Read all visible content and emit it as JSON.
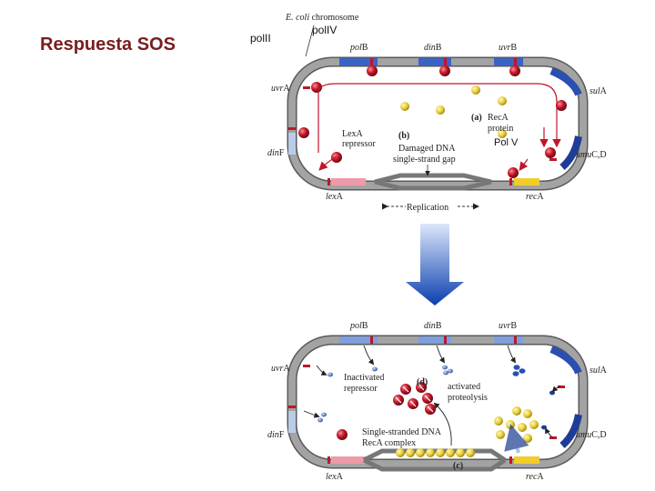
{
  "slide": {
    "title": "Respuesta SOS",
    "annotations": {
      "pol2": "polII",
      "pol4": "polIV",
      "pol5": "Pol V"
    }
  },
  "diagram_top": {
    "chromosome_label_em": "E. coli",
    "chromosome_label_rest": " chromosome",
    "genes": {
      "polB_em": "pol",
      "polB_rest": "B",
      "dinB_em": "din",
      "dinB_rest": "B",
      "uvrB_em": "uvr",
      "uvrB_rest": "B",
      "uvrA_em": "uvr",
      "uvrA_rest": "A",
      "sulA_em": "sul",
      "sulA_rest": "A",
      "dinF_em": "din",
      "dinF_rest": "F",
      "umuCD_em": "umu",
      "umuCD_rest": "C,D",
      "lexA_em": "lex",
      "lexA_rest": "A",
      "recA_em": "rec",
      "recA_rest": "A"
    },
    "label_a": "(a)",
    "reca_line1": "RecA",
    "reca_line2": "protein",
    "lexa_line1": "LexA",
    "lexa_line2": "repressor",
    "label_b": "(b)",
    "damage_line1": "Damaged DNA",
    "damage_line2": "single-strand gap",
    "replication": "Replication"
  },
  "diagram_bottom": {
    "genes": {
      "polB_em": "pol",
      "polB_rest": "B",
      "dinB_em": "din",
      "dinB_rest": "B",
      "uvrB_em": "uvr",
      "uvrB_rest": "B",
      "uvrA_em": "uvr",
      "uvrA_rest": "A",
      "sulA_em": "sul",
      "sulA_rest": "A",
      "dinF_em": "din",
      "dinF_rest": "F",
      "umuCD_em": "umu",
      "umuCD_rest": "C,D",
      "lexA_em": "lex",
      "lexA_rest": "A",
      "recA_em": "rec",
      "recA_rest": "A"
    },
    "inact_line1": "Inactivated",
    "inact_line2": "repressor",
    "label_d": "(d)",
    "proteo_line1": "activated",
    "proteo_line2": "proteolysis",
    "ss_line1": "Single-stranded DNA",
    "ss_line2": "RecA complex",
    "label_c": "(c)"
  },
  "colors": {
    "title": "#7a1d1d",
    "chromosome": "#9a9a9a",
    "repressor": "#c0152a",
    "reca": "#e8cf3a",
    "arrow": "#0a3fae",
    "gene_blue": "#3a63c6",
    "gene_light": "#b9cde9",
    "gene_pink": "#ee9aa8",
    "gene_yellow": "#f0cd2a"
  }
}
